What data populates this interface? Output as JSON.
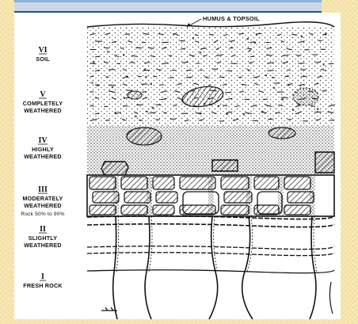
{
  "diagram": {
    "annotation": "HUMUS & TOPSOIL",
    "zones": [
      {
        "numeral": "VI",
        "lines": [
          "SOIL"
        ]
      },
      {
        "numeral": "V",
        "lines": [
          "COMPLETELY",
          "WEATHERED"
        ]
      },
      {
        "numeral": "IV",
        "lines": [
          "HIGHLY",
          "WEATHERED"
        ]
      },
      {
        "numeral": "III",
        "lines": [
          "MODERATELY",
          "WEATHERED",
          "Rock 50% to 90%"
        ]
      },
      {
        "numeral": "II",
        "lines": [
          "SLIGHTLY",
          "WEATHERED"
        ]
      },
      {
        "numeral": "I",
        "lines": [
          "FRESH ROCK"
        ]
      }
    ]
  }
}
